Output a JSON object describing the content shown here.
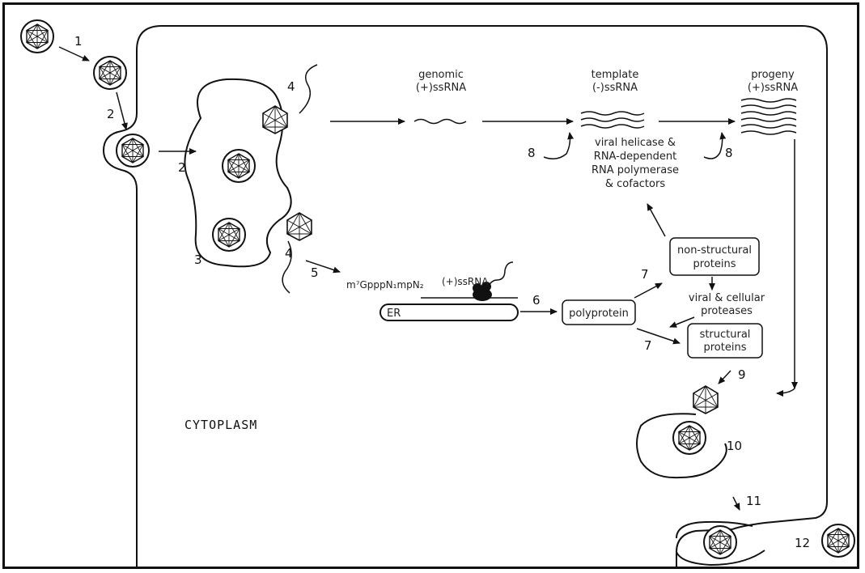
{
  "diagram": {
    "steps": [
      "1",
      "2",
      "2",
      "3",
      "4",
      "4",
      "5",
      "6",
      "7",
      "7",
      "8",
      "8",
      "9",
      "10",
      "11",
      "12"
    ],
    "labels": {
      "genomic": [
        "genomic",
        "(+)ssRNA"
      ],
      "template": [
        "template",
        "(-)ssRNA"
      ],
      "progeny": [
        "progeny",
        "(+)ssRNA"
      ],
      "helicase": [
        "viral helicase &",
        "RNA-dependent",
        "RNA polymerase",
        "& cofactors"
      ],
      "cap": "m⁷GpppN₁mpN₂",
      "ssrna": "(+)ssRNA",
      "er": "ER",
      "polyprotein": "polyprotein",
      "nonstructural": [
        "non-structural",
        "proteins"
      ],
      "proteases": [
        "viral & cellular",
        "proteases"
      ],
      "structural": [
        "structural",
        "proteins"
      ],
      "cytoplasm": "CYTOPLASM"
    }
  }
}
